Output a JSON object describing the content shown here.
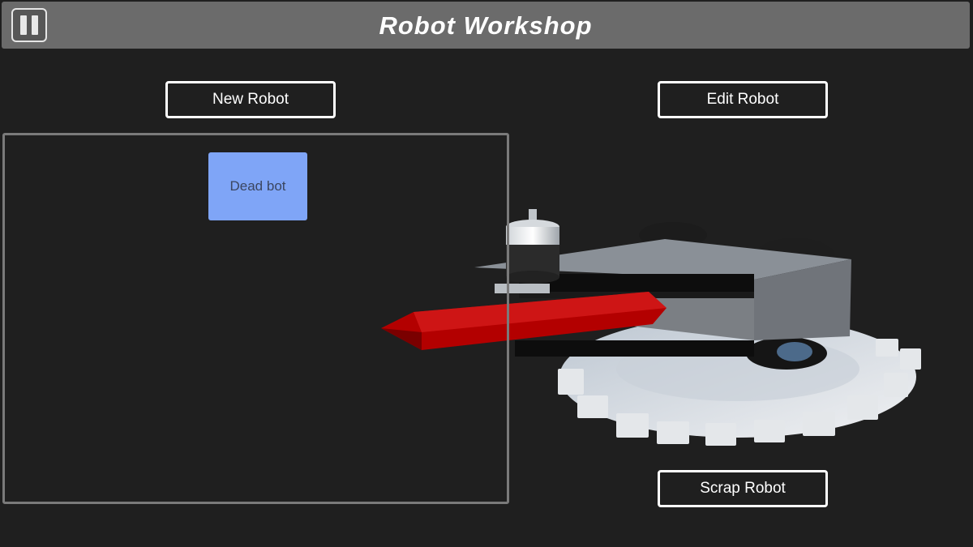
{
  "header": {
    "title": "Robot Workshop",
    "pause_icon": "pause-icon"
  },
  "actions": {
    "new_robot": "New Robot",
    "edit_robot": "Edit Robot",
    "scrap_robot": "Scrap Robot"
  },
  "robot_list": {
    "items": [
      {
        "label": "Dead bot",
        "color": "#7fa5f7"
      }
    ]
  },
  "colors": {
    "background": "#1f1f1f",
    "header": "#6b6b6b",
    "weapon": "#b00000",
    "saw": "#d9dde2",
    "chassis": "#7e8084"
  }
}
